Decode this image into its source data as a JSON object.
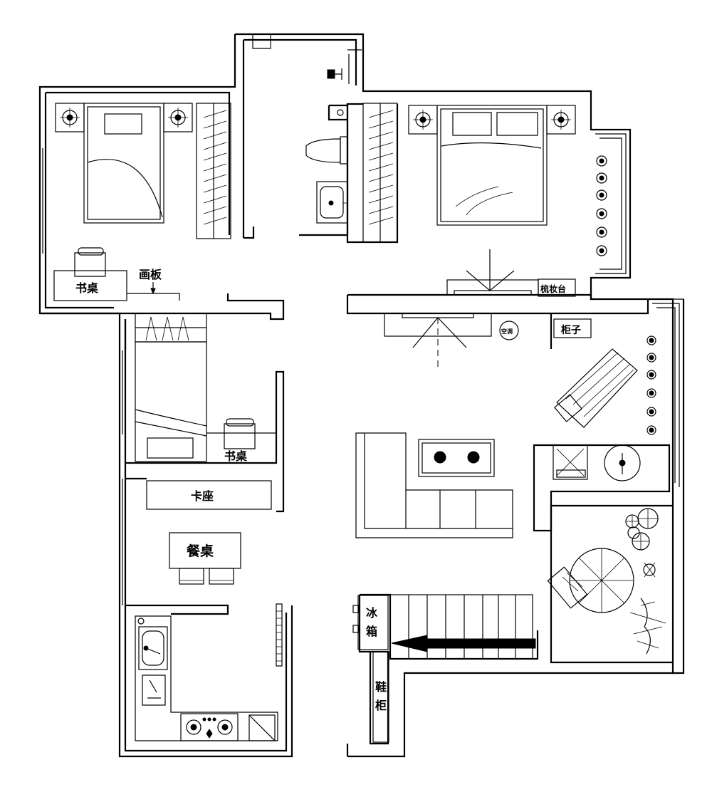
{
  "labels": {
    "desk_upper": "书桌",
    "painting_board": "画板",
    "desk_lower": "书桌",
    "banquette": "卡座",
    "dining_table": "餐桌",
    "dressing_table": "梳妆台",
    "air_conditioner": "空调",
    "cabinet": "柜子",
    "fridge_1": "冰",
    "fridge_2": "箱",
    "shoe_cabinet_1": "鞋",
    "shoe_cabinet_2": "柜"
  },
  "colors": {
    "line": "#000000",
    "background": "#ffffff"
  }
}
